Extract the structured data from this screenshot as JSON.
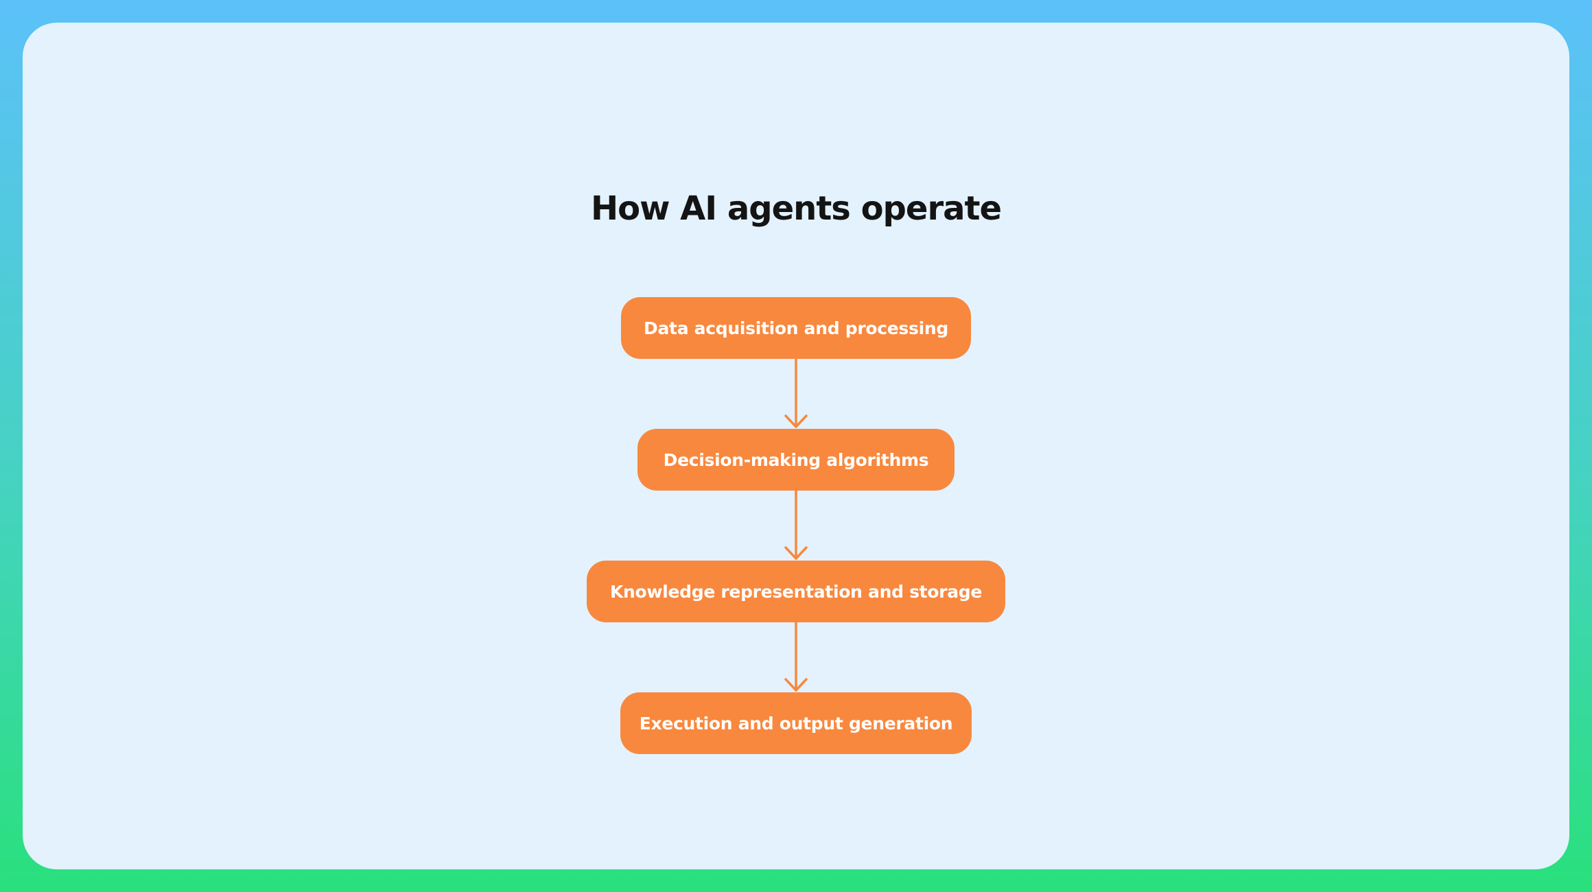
{
  "title": "How AI agents operate",
  "flow": {
    "steps": [
      {
        "label": "Data acquisition and processing"
      },
      {
        "label": "Decision-making algorithms"
      },
      {
        "label": "Knowledge representation and storage"
      },
      {
        "label": "Execution and output generation"
      }
    ]
  },
  "colors": {
    "background_gradient_top": "#5CC1F9",
    "background_gradient_bottom": "#29E07C",
    "card_background": "#E3F2FD",
    "step_fill": "#F8883E",
    "step_text": "#FFFFFF",
    "title_text": "#141414",
    "arrow": "#F8883E"
  }
}
